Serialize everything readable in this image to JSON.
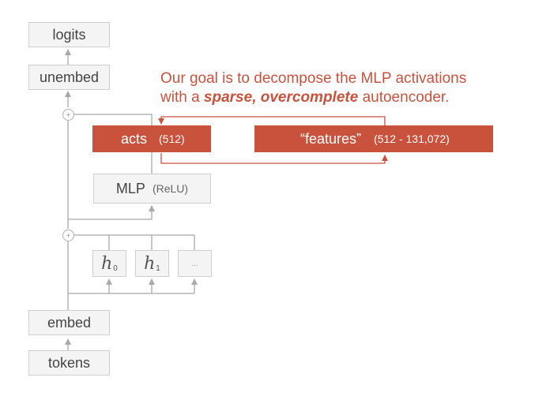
{
  "boxes": {
    "logits": "logits",
    "unembed": "unembed",
    "embed": "embed",
    "tokens": "tokens",
    "mlp": "MLP",
    "mlp_note": "(ReLU)",
    "head0_symbol": "h",
    "head0_sub": "0",
    "head1_symbol": "h",
    "head1_sub": "1",
    "head_more": "..."
  },
  "highlight": {
    "acts": "acts",
    "acts_dim": "(512)",
    "features": "“features”",
    "features_dim": "(512 - 131,072)"
  },
  "residual": {
    "plus_symbol": "+"
  },
  "goal": {
    "line1": "Our goal is to decompose the MLP activations",
    "line2_prefix": "with a ",
    "line2_emphasis": "sparse, overcomplete",
    "line2_suffix": " autoencoder."
  },
  "colors": {
    "accent": "#c9523d",
    "box_fill": "#f4f4f4",
    "box_border": "#cfcfcf",
    "line": "#a9a9a9"
  }
}
